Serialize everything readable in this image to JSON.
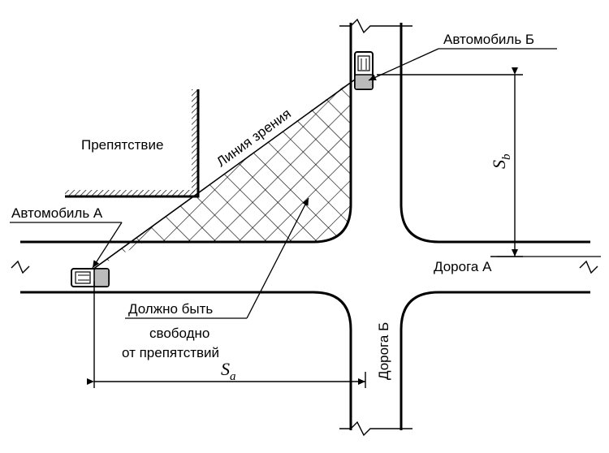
{
  "labels": {
    "car_b": "Автомобиль Б",
    "car_a": "Автомобиль А",
    "obstacle": "Препятствие",
    "sight_line": "Линия зрения",
    "road_a": "Дорога А",
    "road_b": "Дорога Б",
    "free_line1": "Должно быть",
    "free_line2": "свободно",
    "free_line3": "от препятствий",
    "sb_main": "S",
    "sb_sub": "b",
    "sa_main": "S",
    "sa_sub": "a"
  }
}
